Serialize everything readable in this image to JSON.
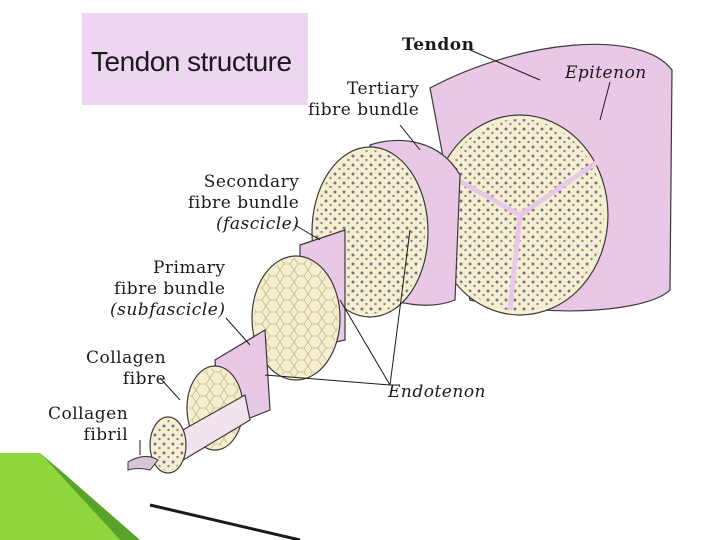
{
  "slide": {
    "title": "Tendon structure",
    "accent_color": "#eed6f2",
    "bottom_bar_color": "#8ed63b"
  },
  "diagram": {
    "labels": {
      "tendon": "Tendon",
      "epitenon": "Epitenon",
      "tertiary_line1": "Tertiary",
      "tertiary_line2": "fibre bundle",
      "secondary_line1": "Secondary",
      "secondary_line2": "fibre bundle",
      "secondary_line3": "(fascicle)",
      "primary_line1": "Primary",
      "primary_line2": "fibre bundle",
      "primary_line3": "(subfascicle)",
      "collagen_fibre_line1": "Collagen",
      "collagen_fibre_line2": "fibre",
      "collagen_fibril_line1": "Collagen",
      "collagen_fibril_line2": "fibril",
      "endotenon": "Endotenon"
    },
    "colors": {
      "sheath": "#e8c8e6",
      "sheath_dark": "#c99cc6",
      "cross_section": "#f6efcf",
      "dots": "#7a6f8a",
      "outline": "#3a3a3a"
    }
  }
}
